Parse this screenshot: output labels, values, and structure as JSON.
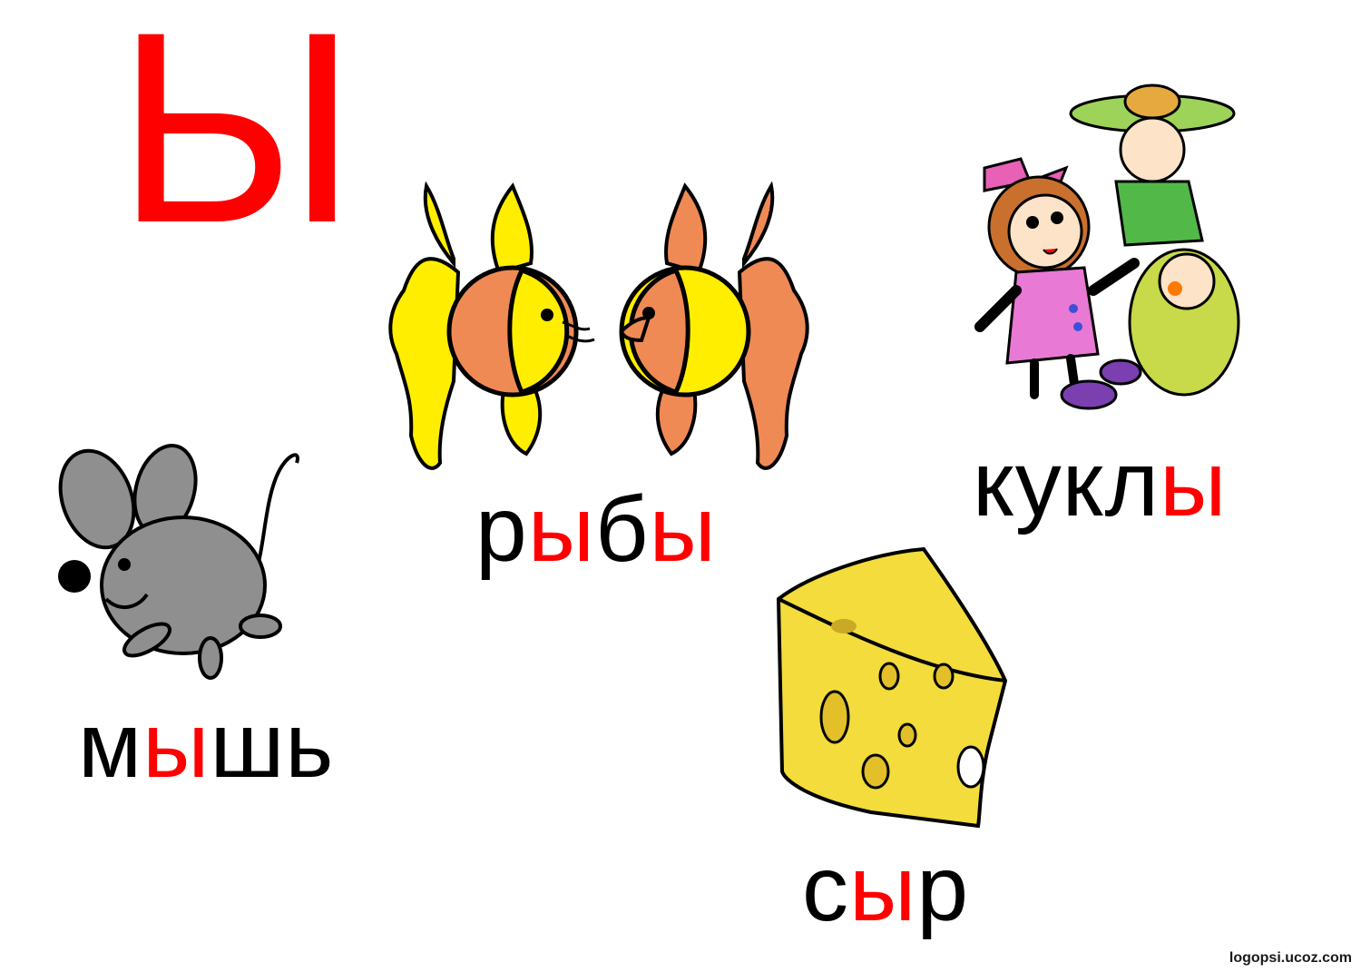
{
  "title_letter": "Ы",
  "words": {
    "ryby": {
      "parts": [
        {
          "t": "р",
          "c": "black"
        },
        {
          "t": "ы",
          "c": "red"
        },
        {
          "t": "б",
          "c": "black"
        },
        {
          "t": "ы",
          "c": "red"
        }
      ]
    },
    "kukly": {
      "parts": [
        {
          "t": "кукл",
          "c": "black"
        },
        {
          "t": "ы",
          "c": "red"
        }
      ]
    },
    "mysh": {
      "parts": [
        {
          "t": "м",
          "c": "black"
        },
        {
          "t": "ы",
          "c": "red"
        },
        {
          "t": "шь",
          "c": "black"
        }
      ]
    },
    "syr": {
      "parts": [
        {
          "t": "с",
          "c": "black"
        },
        {
          "t": "ы",
          "c": "red"
        },
        {
          "t": "р",
          "c": "black"
        }
      ]
    }
  },
  "watermark": "logopsi.ucoz.com",
  "colors": {
    "accent": "#ff0000",
    "text": "#000000",
    "fish_yellow": "#ffee00",
    "fish_orange": "#f08a55",
    "mouse_gray": "#8f8f8f",
    "cheese": "#f3dc3c"
  },
  "icons": [
    "fish-pair-illustration",
    "dolls-illustration",
    "mouse-illustration",
    "cheese-illustration"
  ]
}
